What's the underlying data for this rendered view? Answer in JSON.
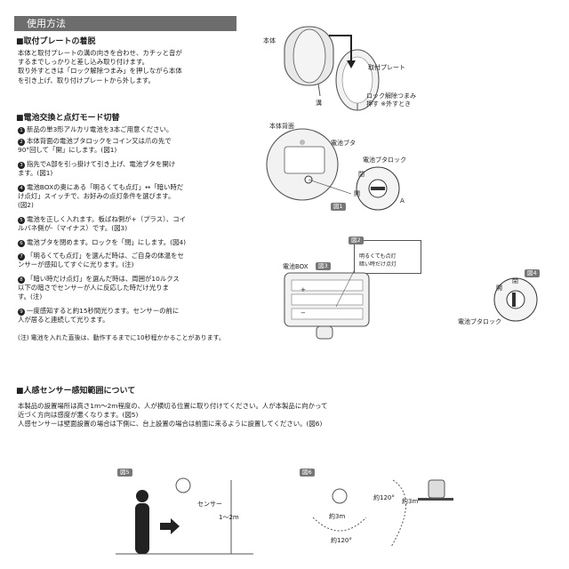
{
  "header": {
    "title": "使用方法"
  },
  "plate": {
    "title": "■取付プレートの着脱",
    "lines": "本体と取付プレートの溝の向きを合わせ、カチッと音が\nするまでしっかりと差し込み取り付けます。\n取り外すときは「ロック解除つまみ」を押しながら本体\nを引き上げ、取り付けプレートから外します。"
  },
  "battery": {
    "title": "■電池交換と点灯モード切替",
    "steps": [
      {
        "num": "1",
        "text": "新品の単3形アルカリ電池を3本ご用意ください。"
      },
      {
        "num": "2",
        "text": "本体背面の電池ブタロックをコイン又は爪の先で\n90°回して「開」にします。(図1)"
      },
      {
        "num": "3",
        "text": "指先でA部を引っ掛けて引き上げ、電池ブタを開け\nます。(図1)"
      },
      {
        "num": "4",
        "text": "電池BOXの奥にある「明るくても点灯」↔「暗い時だ\nけ点灯」スイッチで、お好みの点灯条件を選びます。\n(図2)"
      },
      {
        "num": "5",
        "text": "電池を正しく入れます。板ばね側が+（プラス）、コイ\nルバネ側が-（マイナス）です。(図3)"
      },
      {
        "num": "6",
        "text": "電池ブタを閉めます。ロックを「閉」にします。(図4)"
      },
      {
        "num": "7",
        "text": "「明るくても点灯」を選んだ時は、ご自身の体温をセ\nンサーが感知してすぐに光ります。(注)"
      },
      {
        "num": "8",
        "text": "「暗い時だけ点灯」を選んだ時は、周囲が10ルクス\n以下の暗さでセンサーが人に反応した時だけ光りま\nす。(注)"
      },
      {
        "num": "9",
        "text": "一度感知すると約15秒間光ります。センサーの前に\n人が居ると連続して光ります。"
      }
    ],
    "note": "(注) 電池を入れた直後は、動作するまでに10秒程かかることがあります。"
  },
  "sensor": {
    "title": "■人感センサー感知範囲について",
    "lines": "本製品の設置場所は高さ1m〜2m程度の、人が横切る位置に取り付けてください。人が本製品に向かって\n近づく方向は感度が悪くなります。(図5)\n人感センサーは壁面設置の場合は下側に、台上設置の場合は前面に来るように設置してください。(図6)"
  },
  "fig_plate": {
    "body": "本体",
    "plate": "取付プレート",
    "groove": "溝",
    "lock": "ロック解除つまみ\n押す ※外すとき"
  },
  "fig1": {
    "back": "本体背面",
    "lid": "電池ブタ",
    "lidlock": "電池ブタロック",
    "open": "開",
    "closed": "閉",
    "a": "A",
    "tag": "図1"
  },
  "fig2": {
    "tag": "図2",
    "bright": "明るくても点灯",
    "dark": "暗い時だけ点灯"
  },
  "fig3": {
    "label": "電池BOX",
    "tag": "図3",
    "plus": "+",
    "minus": "−"
  },
  "fig4": {
    "tag": "図4",
    "open": "開",
    "closed": "閉",
    "lidlock": "電池ブタロック"
  },
  "fig5": {
    "tag": "図5",
    "sensor": "センサー",
    "height": "1〜2m"
  },
  "fig6": {
    "tag": "図6",
    "angle": "約120°",
    "dist": "約3m"
  }
}
